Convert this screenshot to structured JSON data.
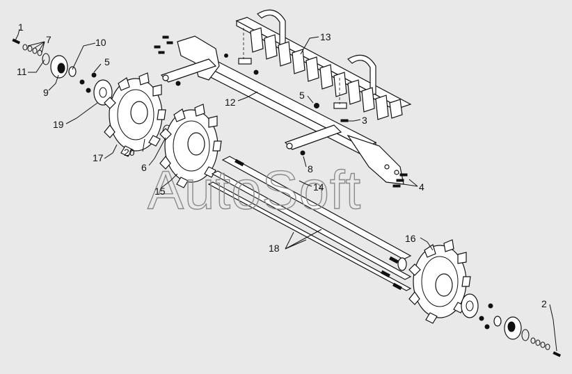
{
  "watermark": "AutoSoft",
  "callouts": [
    {
      "id": "c1",
      "text": "1"
    },
    {
      "id": "c7",
      "text": "7"
    },
    {
      "id": "c10",
      "text": "10"
    },
    {
      "id": "c5a",
      "text": "5"
    },
    {
      "id": "c11",
      "text": "11"
    },
    {
      "id": "c9",
      "text": "9"
    },
    {
      "id": "c19",
      "text": "19"
    },
    {
      "id": "c17",
      "text": "17"
    },
    {
      "id": "c20",
      "text": "20"
    },
    {
      "id": "c6",
      "text": "6"
    },
    {
      "id": "c15",
      "text": "15"
    },
    {
      "id": "c13",
      "text": "13"
    },
    {
      "id": "c12",
      "text": "12"
    },
    {
      "id": "c5b",
      "text": "5"
    },
    {
      "id": "c3",
      "text": "3"
    },
    {
      "id": "c8",
      "text": "8"
    },
    {
      "id": "c14",
      "text": "14"
    },
    {
      "id": "c4",
      "text": "4"
    },
    {
      "id": "c18",
      "text": "18"
    },
    {
      "id": "c16",
      "text": "16"
    },
    {
      "id": "c2",
      "text": "2"
    }
  ]
}
